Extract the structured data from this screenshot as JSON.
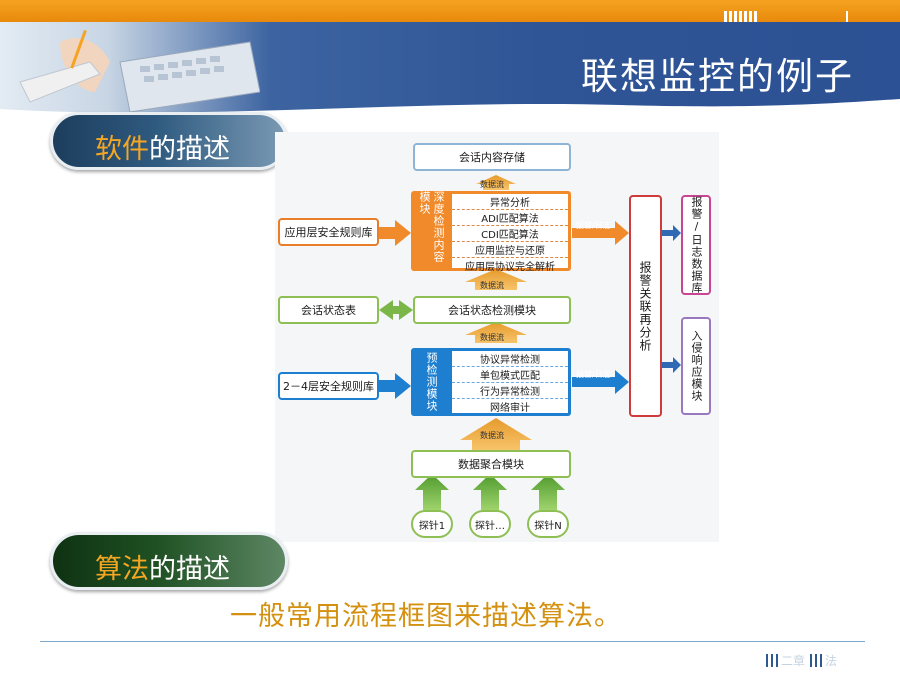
{
  "header": {
    "title": "联想监控的例子"
  },
  "sections": {
    "software": {
      "highlight": "软件",
      "rest": "的描述"
    },
    "algorithm": {
      "highlight": "算法",
      "rest": "的描述"
    }
  },
  "diagram": {
    "session_storage": "会话内容存储",
    "deep_module": {
      "label": "深度检测内容模块",
      "items": [
        "异常分析",
        "ADI匹配算法",
        "CDI匹配算法",
        "应用监控与还原",
        "应用层协议完全解析"
      ]
    },
    "app_rules": "应用层安全规则库",
    "session_table": "会话状态表",
    "session_detect": "会话状态检测模块",
    "pre_module": {
      "label": "预检测模块",
      "items": [
        "协议异常检测",
        "单包模式匹配",
        "行为异常检测",
        "网络审计"
      ]
    },
    "layer_rules": "2－4层安全规则库",
    "aggregation": "数据聚合模块",
    "probes": [
      "探针1",
      "探针…",
      "探针N"
    ],
    "alarm_analysis": "报警关联再分析",
    "alarm_log_db": "报警/日志数据库",
    "intrusion_response": "入侵响应模块",
    "flow_data": "数据流",
    "flow_alarm": "报警/日志"
  },
  "caption": "一般常用流程框图来描述算法。",
  "footer": {
    "text1": "二章",
    "text2": "法"
  },
  "colors": {
    "orange": "#f08a2a",
    "blue": "#1e7fd0",
    "green": "#8dbf54",
    "caption": "#d4900f"
  }
}
